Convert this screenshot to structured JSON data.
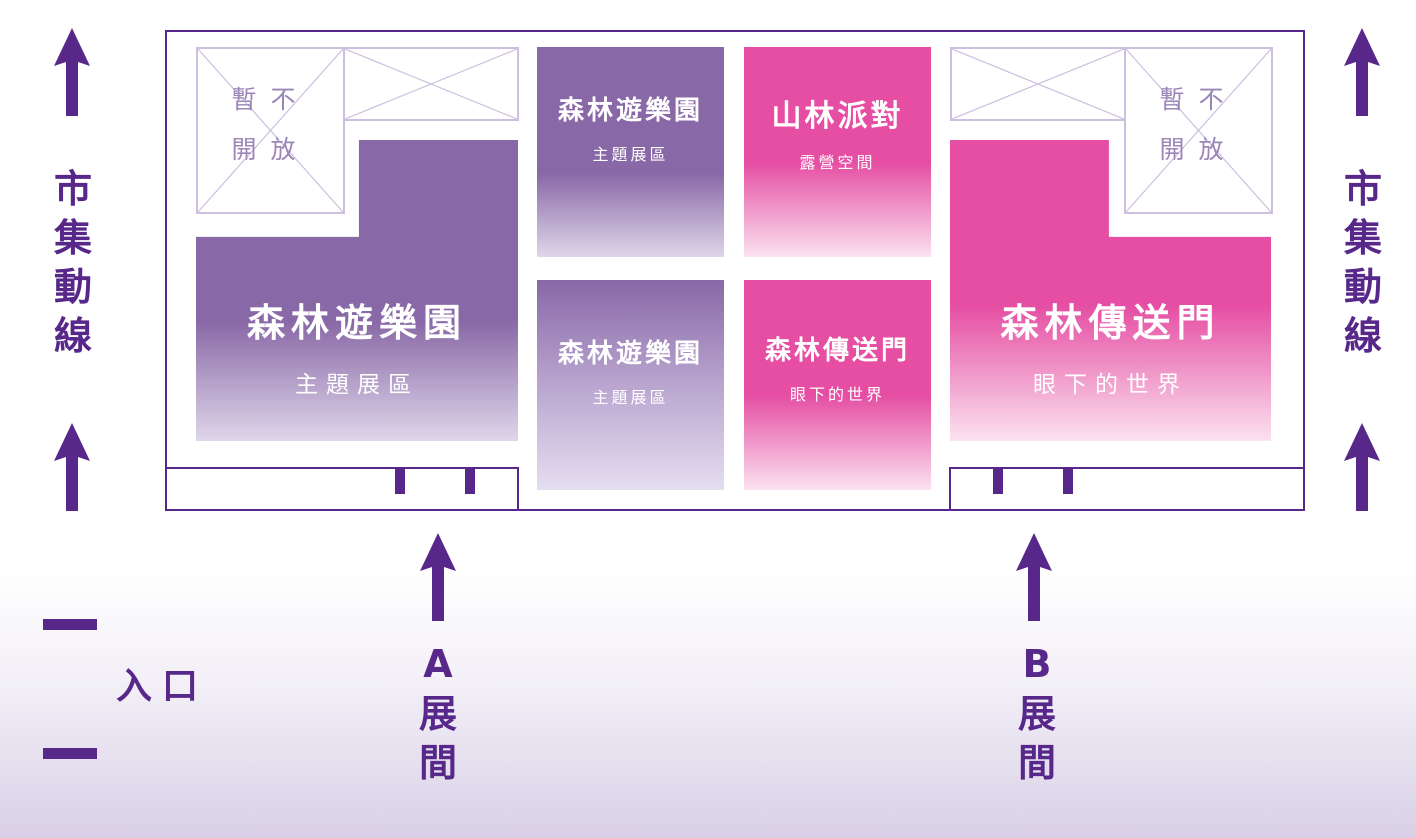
{
  "closed_label": {
    "line1": "暫不",
    "line2": "開放"
  },
  "zones": {
    "left_large": {
      "title": "森林遊樂園",
      "subtitle": "主題展區"
    },
    "mid_top": {
      "title": "森林遊樂園",
      "subtitle": "主題展區"
    },
    "mid_bottom": {
      "title": "森林遊樂園",
      "subtitle": "主題展區"
    },
    "pink_top": {
      "title": "山林派對",
      "subtitle": "露營空間"
    },
    "pink_bottom": {
      "title": "森林傳送門",
      "subtitle": "眼下的世界"
    },
    "right_large": {
      "title": "森林傳送門",
      "subtitle": "眼下的世界"
    }
  },
  "side_labels": {
    "left": "市集動線",
    "right": "市集動線"
  },
  "entrances": {
    "a_letter": "A",
    "a_text": "展間",
    "b_letter": "B",
    "b_text": "展間",
    "main": "入口"
  },
  "colors": {
    "purple": "#8868a6",
    "pink": "#e54ea3",
    "dark": "#57288a"
  }
}
